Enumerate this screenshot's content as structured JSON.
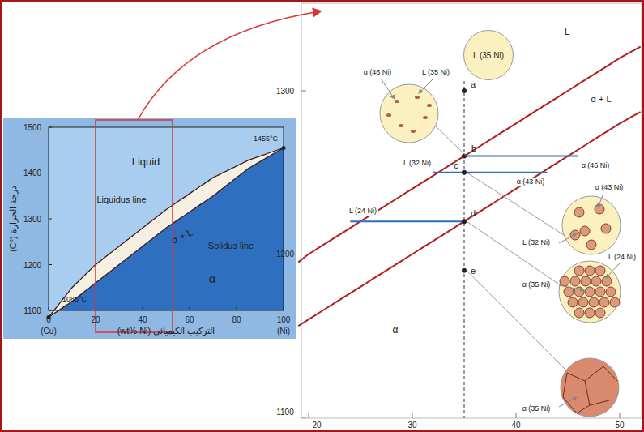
{
  "diagram": {
    "nodes": [
      {
        "text": [
          "L (35 Ni)"
        ]
      }
    ],
    "labels": [
      "1500",
      "1400",
      "1300",
      "1200",
      "1100",
      "درجة الحرارة (°C)",
      "0",
      "20",
      "40",
      "60",
      "80",
      "100",
      "(Cu)",
      "التركيب الكيميائي (wt% Ni)",
      "(Ni)",
      "Liquid",
      "Liquidus line",
      "α + L",
      "Solidus line",
      "α",
      "1455°C",
      "1085°C",
      "1300",
      "1200",
      "1100",
      "20",
      "30",
      "40",
      "50",
      "L",
      "α + L",
      "α",
      "a",
      "b",
      "c",
      "d",
      "e",
      "L (35 Ni)",
      "α (46 Ni)",
      "L (32 Ni)",
      "α (46 Ni)",
      "α (43 Ni)",
      "α (43 Ni)",
      "L (32 Ni)",
      "L (24 Ni)",
      "L (24 Ni)",
      "α (35 Ni)",
      "α (35 Ni)"
    ]
  }
}
